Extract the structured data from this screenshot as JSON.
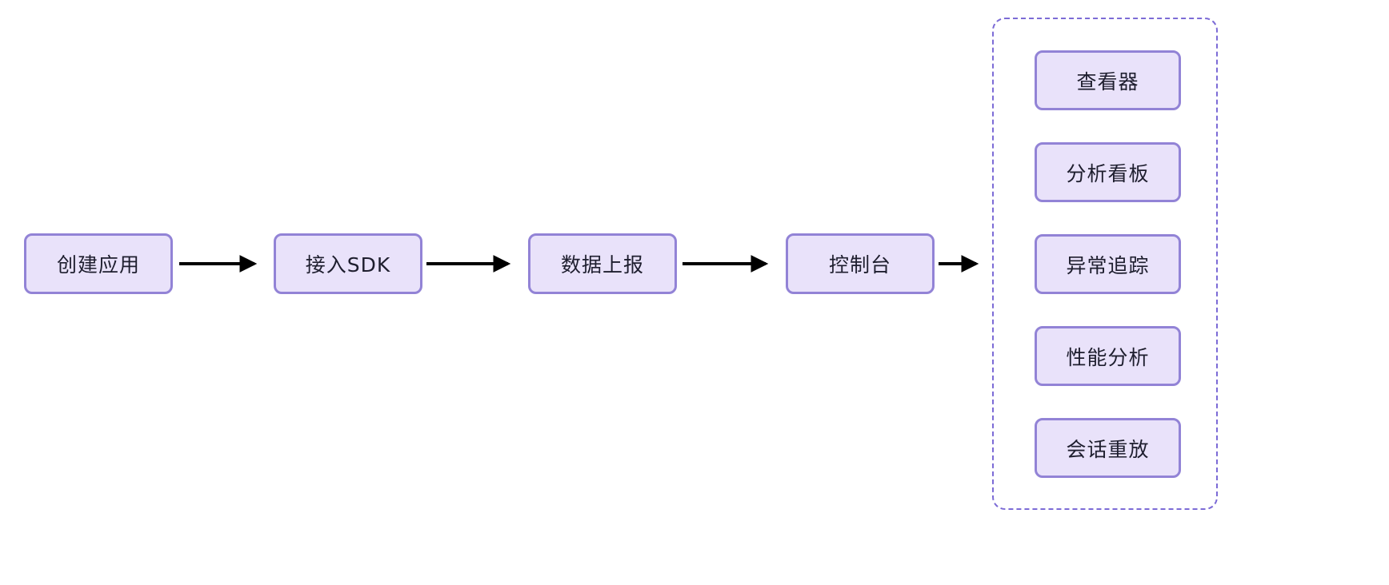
{
  "diagram": {
    "flow_nodes": [
      {
        "id": "create-app",
        "label": "创建应用"
      },
      {
        "id": "integrate-sdk",
        "label": "接入SDK"
      },
      {
        "id": "data-report",
        "label": "数据上报"
      },
      {
        "id": "console",
        "label": "控制台"
      }
    ],
    "console_features": [
      {
        "id": "viewer",
        "label": "查看器"
      },
      {
        "id": "analysis-board",
        "label": "分析看板"
      },
      {
        "id": "exception-tracking",
        "label": "异常追踪"
      },
      {
        "id": "performance",
        "label": "性能分析"
      },
      {
        "id": "session-replay",
        "label": "会话重放"
      }
    ],
    "colors": {
      "node_fill": "#e9e2fa",
      "node_border": "#9283d6",
      "dashed_border": "#7c6bd6",
      "arrow": "#000000",
      "text": "#1e1e2e",
      "background": "#ffffff"
    }
  }
}
